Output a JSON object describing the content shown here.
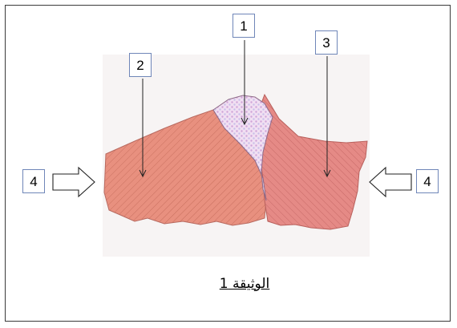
{
  "labels": {
    "one": "1",
    "two": "2",
    "three": "3",
    "four_left": "4",
    "four_right": "4"
  },
  "caption": "الوثيقة 1",
  "colors": {
    "left_block": "#e8907f",
    "right_block": "#e58a86",
    "central_body": "#ecd0ee",
    "frame": "#3a3a3a",
    "label_border": "#6f86b8"
  }
}
